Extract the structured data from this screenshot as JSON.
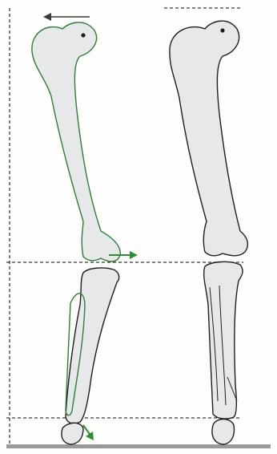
{
  "figure": {
    "colors": {
      "background": "#fdfdfb",
      "bone_fill": "#e6e8ea",
      "outline_black": "#1e1e1e",
      "outline_green": "#2f7d39",
      "arrow_green": "#2f8b3c",
      "guide": "#3a3a3a",
      "ground": "#9a9a9a"
    },
    "icons": [
      "femur-drawing",
      "tibia-fibula-drawing",
      "arrow-left-icon",
      "arrow-right-icon",
      "arrow-down-right-icon",
      "dashed-guide-lines",
      "ground-line"
    ]
  }
}
